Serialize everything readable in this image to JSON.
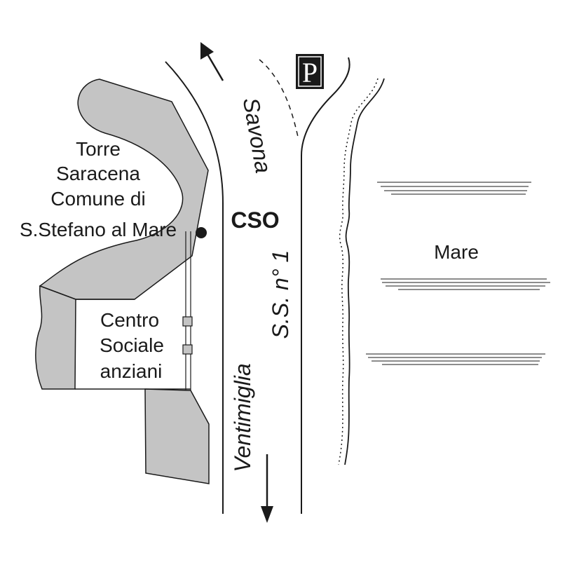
{
  "map": {
    "labels": {
      "torre_line1": "Torre",
      "torre_line2": "Saracena",
      "torre_line3": "Comune di",
      "torre_line4": "S.Stefano al Mare",
      "cso": "CSO",
      "centro_line1": "Centro",
      "centro_line2": "Sociale",
      "centro_line3": "anziani",
      "savona": "Savona",
      "ventimiglia": "Ventimiglia",
      "road": "S.S. n° 1",
      "mare": "Mare",
      "parking": "P"
    },
    "colors": {
      "land_fill": "#c4c4c4",
      "line": "#1a1a1a",
      "background": "#ffffff",
      "parking_bg": "#1a1a1a",
      "parking_text": "#ffffff"
    },
    "icons": [
      "parking-icon",
      "location-marker-icon",
      "arrow-up-icon",
      "arrow-down-icon"
    ]
  }
}
